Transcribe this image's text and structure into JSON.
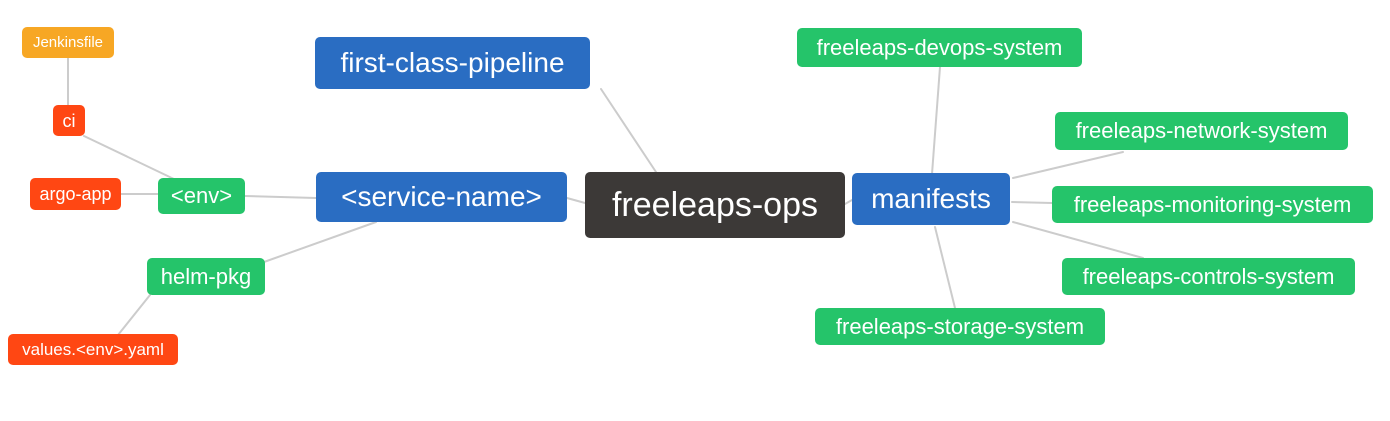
{
  "diagram": {
    "type": "mindmap",
    "background": "#FFFFFF"
  },
  "palette": {
    "blue": "#2A6DC2",
    "green": "#25C46A",
    "red": "#FF4713",
    "orange": "#F7A724",
    "dark": "#3C3937",
    "edge": "#CCCCCC",
    "text": "#FFFFFF"
  },
  "nodes": [
    {
      "id": "freeleaps-ops",
      "label": "freeleaps-ops",
      "color": "dark",
      "role": "root"
    },
    {
      "id": "first-class-pipeline",
      "label": "first-class-pipeline",
      "color": "blue",
      "role": "branch"
    },
    {
      "id": "service-name",
      "label": "<service-name>",
      "color": "blue",
      "role": "branch"
    },
    {
      "id": "env",
      "label": "<env>",
      "color": "green",
      "role": "sub-branch"
    },
    {
      "id": "ci",
      "label": "ci",
      "color": "red",
      "role": "leaf"
    },
    {
      "id": "jenkinsfile",
      "label": "Jenkinsfile",
      "color": "orange",
      "role": "leaf"
    },
    {
      "id": "argo-app",
      "label": "argo-app",
      "color": "red",
      "role": "leaf"
    },
    {
      "id": "helm-pkg",
      "label": "helm-pkg",
      "color": "green",
      "role": "sub-branch"
    },
    {
      "id": "values-env-yaml",
      "label": "values.<env>.yaml",
      "color": "red",
      "role": "leaf"
    },
    {
      "id": "manifests",
      "label": "manifests",
      "color": "blue",
      "role": "branch"
    },
    {
      "id": "freeleaps-devops-system",
      "label": "freeleaps-devops-system",
      "color": "green",
      "role": "leaf"
    },
    {
      "id": "freeleaps-network-system",
      "label": "freeleaps-network-system",
      "color": "green",
      "role": "leaf"
    },
    {
      "id": "freeleaps-monitoring-system",
      "label": "freeleaps-monitoring-system",
      "color": "green",
      "role": "leaf"
    },
    {
      "id": "freeleaps-controls-system",
      "label": "freeleaps-controls-system",
      "color": "green",
      "role": "leaf"
    },
    {
      "id": "freeleaps-storage-system",
      "label": "freeleaps-storage-system",
      "color": "green",
      "role": "leaf"
    }
  ],
  "edges": [
    {
      "from": "freeleaps-ops",
      "to": "first-class-pipeline"
    },
    {
      "from": "freeleaps-ops",
      "to": "service-name"
    },
    {
      "from": "freeleaps-ops",
      "to": "manifests"
    },
    {
      "from": "service-name",
      "to": "env"
    },
    {
      "from": "service-name",
      "to": "helm-pkg"
    },
    {
      "from": "env",
      "to": "ci"
    },
    {
      "from": "env",
      "to": "argo-app"
    },
    {
      "from": "ci",
      "to": "jenkinsfile"
    },
    {
      "from": "helm-pkg",
      "to": "values-env-yaml"
    },
    {
      "from": "manifests",
      "to": "freeleaps-devops-system"
    },
    {
      "from": "manifests",
      "to": "freeleaps-network-system"
    },
    {
      "from": "manifests",
      "to": "freeleaps-monitoring-system"
    },
    {
      "from": "manifests",
      "to": "freeleaps-controls-system"
    },
    {
      "from": "manifests",
      "to": "freeleaps-storage-system"
    }
  ]
}
